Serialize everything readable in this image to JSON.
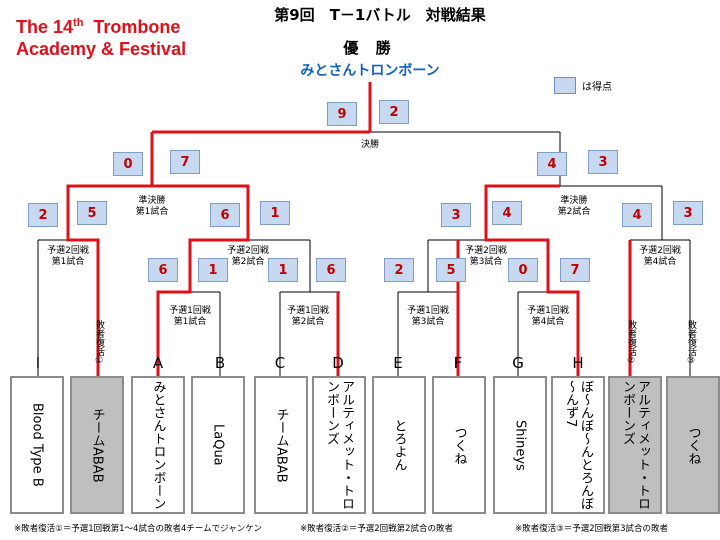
{
  "event": {
    "line1_pre": "The 14",
    "line1_sup": "th",
    "line1_post": "  Trombone",
    "line2": "Academy & Festival"
  },
  "title": "第9回　T－1バトル　対戦結果",
  "champion": {
    "label": "優 勝",
    "team": "みとさんトロンボーン"
  },
  "legend": {
    "text": "は得点"
  },
  "round_labels": {
    "final": "決勝",
    "semi1": [
      "準決勝",
      "第1試合"
    ],
    "semi2": [
      "準決勝",
      "第2試合"
    ],
    "q2_1": [
      "予選2回戦",
      "第1試合"
    ],
    "q2_2": [
      "予選2回戦",
      "第2試合"
    ],
    "q2_3": [
      "予選2回戦",
      "第3試合"
    ],
    "q2_4": [
      "予選2回戦",
      "第4試合"
    ],
    "q1_1": [
      "予選1回戦",
      "第1試合"
    ],
    "q1_2": [
      "予選1回戦",
      "第2試合"
    ],
    "q1_3": [
      "予選1回戦",
      "第3試合"
    ],
    "q1_4": [
      "予選1回戦",
      "第4試合"
    ]
  },
  "scores": {
    "final_left": "9",
    "final_right": "2",
    "semi1_left": "0",
    "semi1_right": "7",
    "semi2_left": "4",
    "semi2_right": "3",
    "q2_1_left": "2",
    "q2_1_right": "5",
    "q2_2_left": "6",
    "q2_2_right": "1",
    "q2_3_left": "3",
    "q2_3_right": "4",
    "q2_4_left": "4",
    "q2_4_right": "3",
    "q1_1_left": "6",
    "q1_1_right": "1",
    "q1_2_left": "1",
    "q1_2_right": "6",
    "q1_3_left": "2",
    "q1_3_right": "5",
    "q1_4_left": "0",
    "q1_4_right": "7"
  },
  "revival_labels": [
    "敗者復活①",
    "敗者復活②",
    "敗者復活③"
  ],
  "letters": [
    "I",
    "A",
    "B",
    "C",
    "D",
    "E",
    "F",
    "G",
    "H"
  ],
  "teams": [
    {
      "name": "Blood Type B"
    },
    {
      "name": "チームABAB"
    },
    {
      "name": "みとさんトロンボーン"
    },
    {
      "name": "LaQua"
    },
    {
      "name": "チームABAB"
    },
    {
      "name": "アルティメット・トロンボーンズ"
    },
    {
      "name": "とろよん"
    },
    {
      "name": "つくね"
    },
    {
      "name": "Shineys"
    },
    {
      "name": "ぼ～んぼ～んとろんぼ～んず7"
    },
    {
      "name": "アルティメット・トロンボーンズ"
    },
    {
      "name": "つくね"
    }
  ],
  "footnotes": [
    "※敗者復活①＝予選1回戦第1～4試合の敗者4チームでジャンケン",
    "※敗者復活②＝予選2回戦第2試合の敗者",
    "※敗者復活③＝予選2回戦第3試合の敗者"
  ],
  "colors": {
    "win_line": "#e0101a",
    "lose_line": "#000000",
    "score_box": "#c6d9f1",
    "score_text": "#c00000",
    "team_gray": "#bfbfbf",
    "champion_text": "#1060c0"
  }
}
